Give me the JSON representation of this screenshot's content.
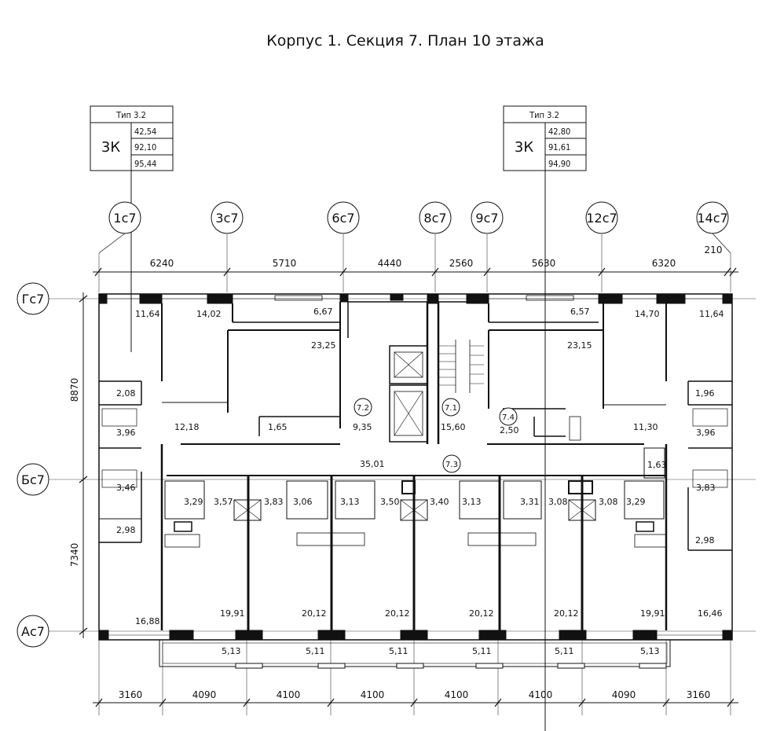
{
  "title": "Корпус 1. Секция 7. План 10 этажа",
  "apartment_boxes": [
    {
      "type_label": "Тип 3.2",
      "rooms": "3К",
      "areas": [
        "42,54",
        "92,10",
        "95,44"
      ]
    },
    {
      "type_label": "Тип 3.2",
      "rooms": "3К",
      "areas": [
        "42,80",
        "91,61",
        "94,90"
      ]
    }
  ],
  "axes_vertical": [
    "1с7",
    "3с7",
    "6с7",
    "8с7",
    "9с7",
    "12с7",
    "14с7"
  ],
  "axes_horizontal": [
    "Гс7",
    "Бс7",
    "Ас7"
  ],
  "dims_top": [
    "6240",
    "5710",
    "4440",
    "2560",
    "5630",
    "6320",
    "210"
  ],
  "dims_bottom": [
    "3160",
    "4090",
    "4100",
    "4100",
    "4100",
    "4100",
    "4090",
    "3160"
  ],
  "dims_left": [
    "8870",
    "7340"
  ],
  "room_areas": {
    "r_1164_l": "11,64",
    "r_1402": "14,02",
    "r_667": "6,67",
    "r_2325": "23,25",
    "r_657": "6,57",
    "r_2315": "23,15",
    "r_1470": "14,70",
    "r_1164_r": "11,64",
    "r_208": "2,08",
    "r_1218": "12,18",
    "r_165": "1,65",
    "r_935": "9,35",
    "r_1560": "15,60",
    "r_250": "2,50",
    "r_1130": "11,30",
    "r_196": "1,96",
    "r_396_l": "3,96",
    "r_396_r": "3,96",
    "r_3501": "35,01",
    "r_163": "1,63",
    "r_346": "3,46",
    "r_329_l": "3,29",
    "r_357": "3,57",
    "r_383_l": "3,83",
    "r_306": "3,06",
    "r_313_a": "3,13",
    "r_350": "3,50",
    "r_340": "3,40",
    "r_313_b": "3,13",
    "r_331": "3,31",
    "r_308_a": "3,08",
    "r_308_b": "3,08",
    "r_329_r": "3,29",
    "r_383_r": "3,83",
    "r_298_l": "2,98",
    "r_298_r": "2,98",
    "r_1688": "16,88",
    "r_1991_l": "19,91",
    "r_2012_a": "20,12",
    "r_2012_b": "20,12",
    "r_2012_c": "20,12",
    "r_2012_d": "20,12",
    "r_1991_r": "19,91",
    "r_1646": "16,46",
    "r_513_l": "5,13",
    "r_511_a": "5,11",
    "r_511_b": "5,11",
    "r_511_c": "5,11",
    "r_511_d": "5,11",
    "r_513_r": "5,13"
  },
  "space_tags": [
    "7.2",
    "7.1",
    "7.4",
    "7.3"
  ]
}
